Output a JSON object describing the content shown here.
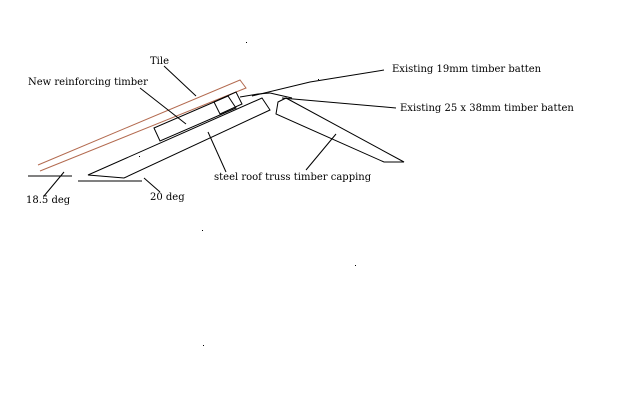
{
  "labels": {
    "tile": "Tile",
    "new_reinforcing_timber": "New reinforcing timber",
    "existing_19mm_batten": "Existing 19mm timber batten",
    "existing_25x38_batten": "Existing 25 x 38mm timber batten",
    "steel_truss_capping": "steel roof truss timber capping",
    "angle_tile": "18.5 deg",
    "angle_truss": "20 deg"
  },
  "colors": {
    "tile": "#b36a4f",
    "lines": "#000000",
    "background": "#ffffff"
  }
}
